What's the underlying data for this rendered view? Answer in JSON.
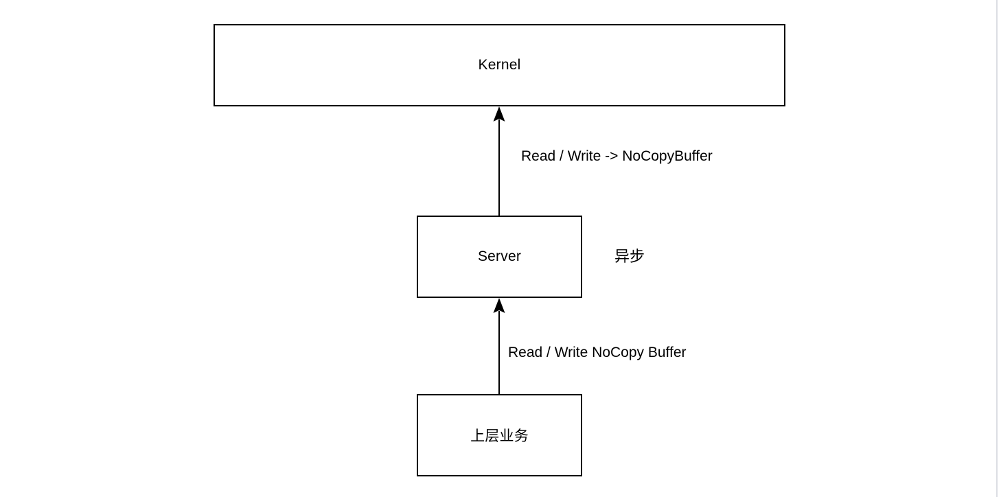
{
  "diagram": {
    "nodes": {
      "kernel": {
        "label": "Kernel"
      },
      "server": {
        "label": "Server"
      },
      "business": {
        "label": "上层业务"
      }
    },
    "edges": {
      "server_to_kernel": {
        "label": "Read / Write -> NoCopyBuffer",
        "direction": "up"
      },
      "business_to_server": {
        "label": "Read / Write NoCopy Buffer",
        "direction": "up"
      }
    },
    "annotations": {
      "async_note": {
        "label": "异步"
      }
    },
    "colors": {
      "background": "#ffffff",
      "box_border": "#000000",
      "text": "#000000",
      "arrow": "#000000",
      "window_edge": "#dcdee3"
    }
  }
}
